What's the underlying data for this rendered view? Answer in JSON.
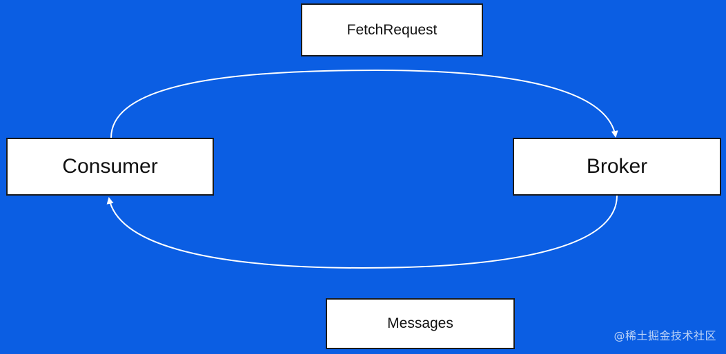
{
  "diagram": {
    "nodes": {
      "fetch_request": "FetchRequest",
      "consumer": "Consumer",
      "broker": "Broker",
      "messages": "Messages"
    },
    "edges": [
      {
        "from": "Consumer",
        "to": "Broker",
        "label": "FetchRequest"
      },
      {
        "from": "Broker",
        "to": "Consumer",
        "label": "Messages"
      }
    ]
  },
  "watermark": "@稀土掘金技术社区",
  "colors": {
    "background": "#0b5ee3",
    "box_fill": "#ffffff",
    "box_border": "#1a1a1a",
    "arrow": "#ffffff",
    "text": "#111111"
  }
}
